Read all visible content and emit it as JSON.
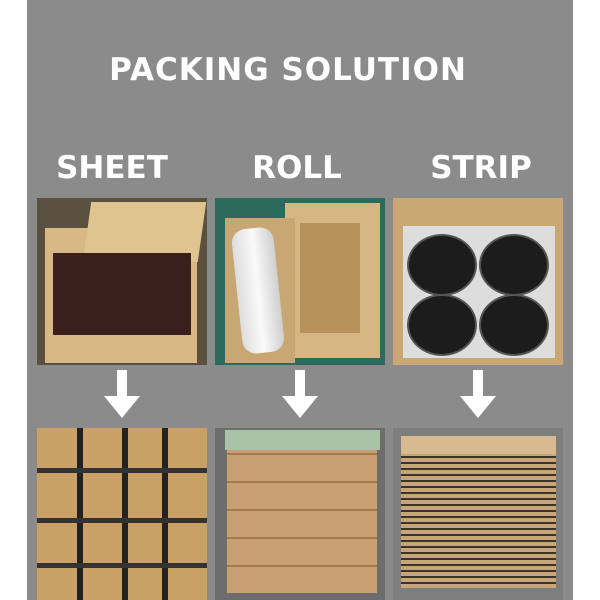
{
  "title": "PACKING SOLUTION",
  "columns": [
    {
      "label": "SHEET"
    },
    {
      "label": "ROLL"
    },
    {
      "label": "STRIP"
    }
  ],
  "colors": {
    "panel": "#8b8b8b",
    "text": "#ffffff",
    "arrow": "#ffffff"
  }
}
